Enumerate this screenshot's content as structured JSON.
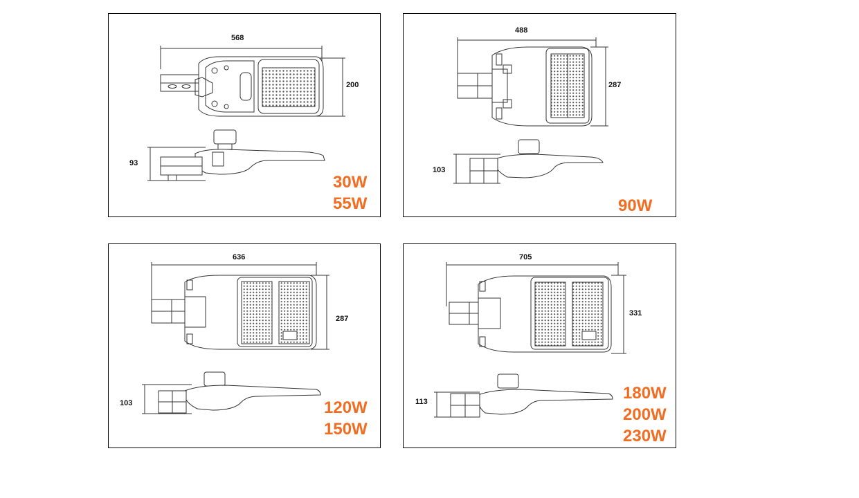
{
  "colors": {
    "accent": "#f26d21",
    "line": "#333333",
    "frame": "#000000"
  },
  "panels": [
    {
      "dims": {
        "width": "568",
        "depth": "200",
        "height": "93"
      },
      "wattages": [
        "30W",
        "55W"
      ]
    },
    {
      "dims": {
        "width": "488",
        "depth": "287",
        "height": "103"
      },
      "wattages": [
        "90W"
      ]
    },
    {
      "dims": {
        "width": "636",
        "depth": "287",
        "height": "103"
      },
      "wattages": [
        "120W",
        "150W"
      ]
    },
    {
      "dims": {
        "width": "705",
        "depth": "331",
        "height": "113"
      },
      "wattages": [
        "180W",
        "200W",
        "230W"
      ]
    }
  ]
}
